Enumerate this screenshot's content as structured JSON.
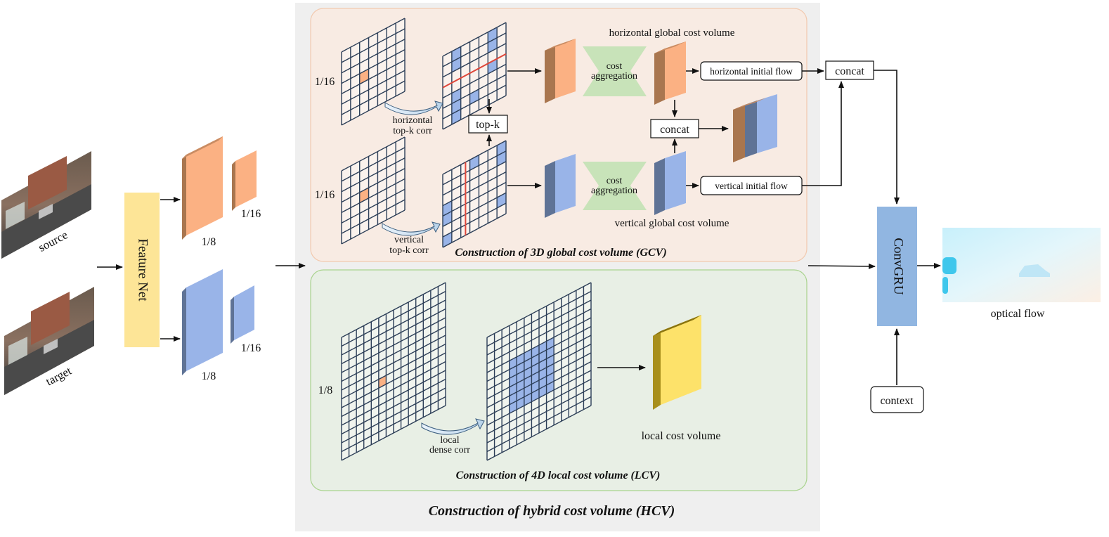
{
  "inputs": {
    "source_label": "source",
    "target_label": "target"
  },
  "feature_net": {
    "label": "Feature Net",
    "scale_1_8_top": "1/8",
    "scale_1_16_top": "1/16",
    "scale_1_8_bottom": "1/8",
    "scale_1_16_bottom": "1/16"
  },
  "hcv": {
    "title": "Construction of hybrid cost volume (HCV)"
  },
  "gcv": {
    "title": "Construction of 3D global cost volume (GCV)",
    "scale_top": "1/16",
    "scale_bottom": "1/16",
    "horizontal_corr_line1": "horizontal",
    "horizontal_corr_line2": "top-k corr",
    "vertical_corr_line1": "vertical",
    "vertical_corr_line2": "top-k corr",
    "topk_label": "top-k",
    "cost_agg_line1": "cost",
    "cost_agg_line2": "aggregation",
    "horizontal_volume_label": "horizontal global cost volume",
    "vertical_volume_label": "vertical global cost volume",
    "concat_label": "concat",
    "horizontal_flow_label": "horizontal initial flow",
    "vertical_flow_label": "vertical initial flow"
  },
  "lcv": {
    "title": "Construction of 4D local cost volume (LCV)",
    "scale": "1/8",
    "corr_line1": "local",
    "corr_line2": "dense corr",
    "volume_label": "local cost volume"
  },
  "output": {
    "concat_label": "concat",
    "convgru_label": "ConvGRU",
    "context_label": "context",
    "optical_flow_label": "optical flow"
  },
  "colors": {
    "orange": "#fbb183",
    "orange_dark": "#a9764f",
    "blue": "#99b4e8",
    "blue_dark": "#5f7396",
    "yellow": "#fde26a",
    "yellow_dark": "#a88f1c",
    "feature_net": "#fde597",
    "convgru": "#91b6e1",
    "gcv_bg": "#f8ebe3",
    "lcv_bg": "#e8efe5",
    "hcv_bg": "#efefef",
    "agg_green": "#c8e3b9"
  }
}
